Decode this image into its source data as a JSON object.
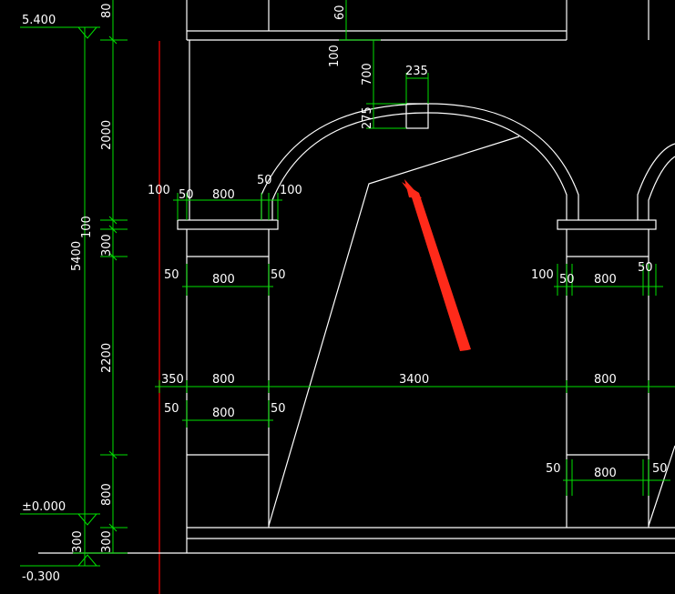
{
  "levels": {
    "top": "5.400",
    "zero": "±0.000",
    "bottom": "-0.300"
  },
  "vertical_dims": {
    "total": "5400",
    "top_80": "80",
    "arch_2000": "2000",
    "band_100": "100",
    "band_300": "300",
    "shaft_2200": "2200",
    "base_800": "800",
    "plinth_300": "300",
    "plinth_300_b": "300"
  },
  "keystone_dims": {
    "top_60": "60",
    "gap_100": "100",
    "h_700": "700",
    "w_235": "235",
    "h_275": "275"
  },
  "capital_dims": {
    "l100": "100",
    "l50": "50",
    "w800": "800",
    "r50": "50",
    "r100": "100"
  },
  "shaft_dims": {
    "l50": "50",
    "w800": "800",
    "r50": "50"
  },
  "right_capital_dims": {
    "l100": "100",
    "l50": "50",
    "w800": "800",
    "r50": "50"
  },
  "main_row": {
    "a350": "350",
    "b800": "800",
    "span3400": "3400",
    "c800": "800"
  },
  "lower_shaft_dims": {
    "l50": "50",
    "w800": "800",
    "r50": "50"
  },
  "right_base_dims": {
    "l50": "50",
    "w800": "800",
    "r50": "50"
  },
  "colors": {
    "dimension": "#00e000",
    "geometry": "#ffffff",
    "axis": "#e00000",
    "arrow": "#ff2a1a"
  }
}
